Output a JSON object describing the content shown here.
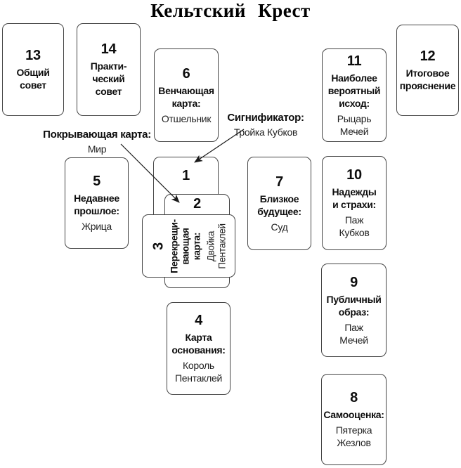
{
  "title": "Кельтский Крест",
  "cards": {
    "c1": {
      "number": "1"
    },
    "c2": {
      "number": "2"
    },
    "c3": {
      "number": "3",
      "title": "Перекрещи-\nвающая\nкарта:",
      "name": "Двойка\nПентаклей"
    },
    "c4": {
      "number": "4",
      "title": "Карта\nоснования:",
      "name": "Король\nПентаклей"
    },
    "c5": {
      "number": "5",
      "title": "Недавнее\nпрошлое:",
      "name": "Жрица"
    },
    "c6": {
      "number": "6",
      "title": "Венчающая\nкарта:",
      "name": "Отшельник"
    },
    "c7": {
      "number": "7",
      "title": "Близкое\nбудущее:",
      "name": "Суд"
    },
    "c8": {
      "number": "8",
      "title": "Самооценка:",
      "name": "Пятерка\nЖезлов"
    },
    "c9": {
      "number": "9",
      "title": "Публичный\nобраз:",
      "name": "Паж\nМечей"
    },
    "c10": {
      "number": "10",
      "title": "Надежды\nи страхи:",
      "name": "Паж\nКубков"
    },
    "c11": {
      "number": "11",
      "title": "Наиболее\nвероятный\nисход:",
      "name": "Рыцарь\nМечей"
    },
    "c12": {
      "number": "12",
      "title": "Итоговое\nпрояснение"
    },
    "c13": {
      "number": "13",
      "title": "Общий\nсовет"
    },
    "c14": {
      "number": "14",
      "title": "Практи-\nческий\nсовет"
    }
  },
  "labels": {
    "significator": {
      "title": "Сигнификатор:",
      "name": "Тройка Кубков"
    },
    "covering_card": {
      "title": "Покрывающая карта:",
      "name": "Мир"
    }
  },
  "colors": {
    "background": "#ffffff",
    "text": "#0d0d0d",
    "card_border": "#454545",
    "arrow": "#1a1a1a"
  }
}
